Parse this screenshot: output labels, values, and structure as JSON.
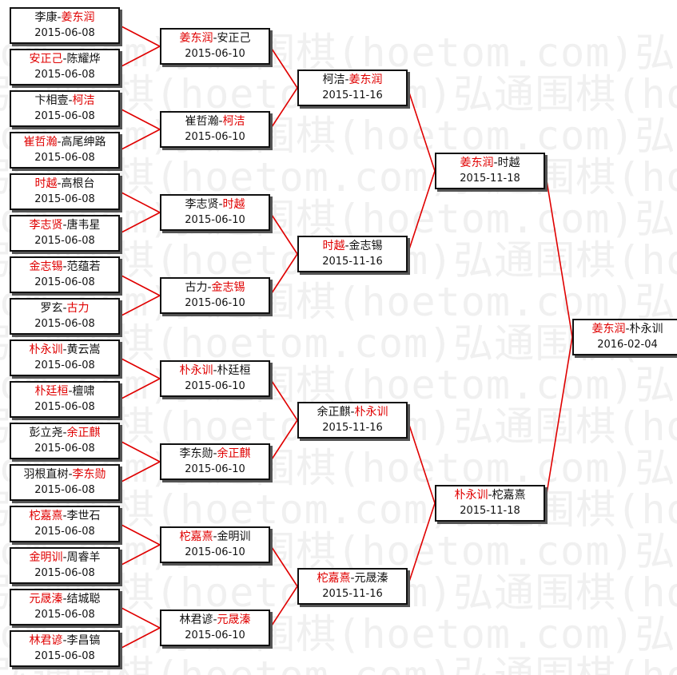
{
  "colors": {
    "winner": "#e00000",
    "line": "#e00000",
    "text": "#111111"
  },
  "watermark": {
    "text": "弘通围棋(hoetom.com)弘通围棋(hoetom.com)弘通围棋(hoetom.com)"
  },
  "rounds": [
    [
      {
        "p1": "李康",
        "p2": "姜东润",
        "winner": 2,
        "date": "2015-06-08"
      },
      {
        "p1": "安正己",
        "p2": "陈耀烨",
        "winner": 1,
        "date": "2015-06-08"
      },
      {
        "p1": "卞相壹",
        "p2": "柯洁",
        "winner": 2,
        "date": "2015-06-08"
      },
      {
        "p1": "崔哲瀚",
        "p2": "高尾绅路",
        "winner": 1,
        "date": "2015-06-08"
      },
      {
        "p1": "时越",
        "p2": "高根台",
        "winner": 1,
        "date": "2015-06-08"
      },
      {
        "p1": "李志贤",
        "p2": "唐韦星",
        "winner": 1,
        "date": "2015-06-08"
      },
      {
        "p1": "金志锡",
        "p2": "范蕴若",
        "winner": 1,
        "date": "2015-06-08"
      },
      {
        "p1": "罗玄",
        "p2": "古力",
        "winner": 2,
        "date": "2015-06-08"
      },
      {
        "p1": "朴永训",
        "p2": "黄云嵩",
        "winner": 1,
        "date": "2015-06-08"
      },
      {
        "p1": "朴廷桓",
        "p2": "檀啸",
        "winner": 1,
        "date": "2015-06-08"
      },
      {
        "p1": "彭立尧",
        "p2": "余正麒",
        "winner": 2,
        "date": "2015-06-08"
      },
      {
        "p1": "羽根直树",
        "p2": "李东勋",
        "winner": 2,
        "date": "2015-06-08"
      },
      {
        "p1": "柁嘉熹",
        "p2": "李世石",
        "winner": 1,
        "date": "2015-06-08"
      },
      {
        "p1": "金明训",
        "p2": "周睿羊",
        "winner": 1,
        "date": "2015-06-08"
      },
      {
        "p1": "元晟溱",
        "p2": "结城聪",
        "winner": 1,
        "date": "2015-06-08"
      },
      {
        "p1": "林君谚",
        "p2": "李昌镐",
        "winner": 1,
        "date": "2015-06-08"
      }
    ],
    [
      {
        "p1": "姜东润",
        "p2": "安正己",
        "winner": 1,
        "date": "2015-06-10"
      },
      {
        "p1": "崔哲瀚",
        "p2": "柯洁",
        "winner": 2,
        "date": "2015-06-10"
      },
      {
        "p1": "李志贤",
        "p2": "时越",
        "winner": 2,
        "date": "2015-06-10"
      },
      {
        "p1": "古力",
        "p2": "金志锡",
        "winner": 2,
        "date": "2015-06-10"
      },
      {
        "p1": "朴永训",
        "p2": "朴廷桓",
        "winner": 1,
        "date": "2015-06-10"
      },
      {
        "p1": "李东勋",
        "p2": "余正麒",
        "winner": 2,
        "date": "2015-06-10"
      },
      {
        "p1": "柁嘉熹",
        "p2": "金明训",
        "winner": 1,
        "date": "2015-06-10"
      },
      {
        "p1": "林君谚",
        "p2": "元晟溱",
        "winner": 2,
        "date": "2015-06-10"
      }
    ],
    [
      {
        "p1": "柯洁",
        "p2": "姜东润",
        "winner": 2,
        "date": "2015-11-16"
      },
      {
        "p1": "时越",
        "p2": "金志锡",
        "winner": 1,
        "date": "2015-11-16"
      },
      {
        "p1": "余正麒",
        "p2": "朴永训",
        "winner": 2,
        "date": "2015-11-16"
      },
      {
        "p1": "柁嘉熹",
        "p2": "元晟溱",
        "winner": 1,
        "date": "2015-11-16"
      }
    ],
    [
      {
        "p1": "姜东润",
        "p2": "时越",
        "winner": 1,
        "date": "2015-11-18"
      },
      {
        "p1": "朴永训",
        "p2": "柁嘉熹",
        "winner": 1,
        "date": "2015-11-18"
      }
    ],
    [
      {
        "p1": "姜东润",
        "p2": "朴永训",
        "winner": 1,
        "date": "2016-02-04"
      }
    ]
  ]
}
